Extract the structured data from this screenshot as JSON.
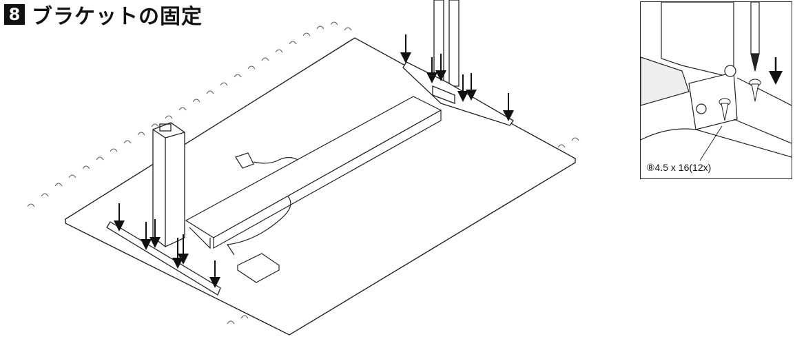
{
  "header": {
    "step_number": "8",
    "title": "ブラケットの固定"
  },
  "detail": {
    "screw_callout": "⑧4.5 x 16(12x)"
  }
}
